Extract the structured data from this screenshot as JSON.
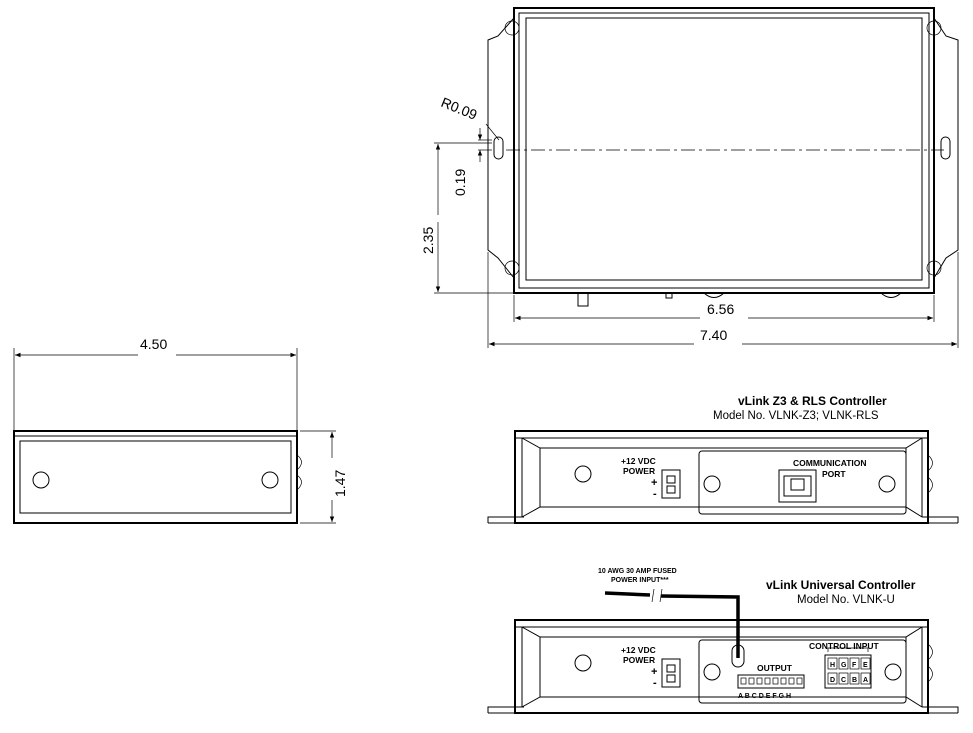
{
  "top_view": {
    "radius_label": "R0.09",
    "dim_slot_offset": "0.19",
    "dim_height": "2.35",
    "dim_body_width": "6.56",
    "dim_total_width": "7.40"
  },
  "side_view": {
    "dim_depth": "4.50",
    "dim_height": "1.47"
  },
  "z3_view": {
    "title": "vLink Z3 & RLS  Controller",
    "model": "Model No. VLNK-Z3; VLNK-RLS",
    "power_label_1": "+12 VDC",
    "power_label_2": "POWER",
    "plus": "+",
    "minus": "-",
    "port_label_1": "COMMUNICATION",
    "port_label_2": "PORT"
  },
  "universal_view": {
    "fused_label_1": "10 AWG 30 AMP FUSED",
    "fused_label_2": "POWER INPUT***",
    "title": "vLink Universal  Controller",
    "model": "Model No. VLNK-U",
    "power_label_1": "+12 VDC",
    "power_label_2": "POWER",
    "plus": "+",
    "minus": "-",
    "output_label": "OUTPUT",
    "output_pins": "A B C D E F G H",
    "control_label": "CONTROL INPUT",
    "control_top": [
      "H",
      "G",
      "F",
      "E"
    ],
    "control_bottom": [
      "D",
      "C",
      "B",
      "A"
    ]
  }
}
